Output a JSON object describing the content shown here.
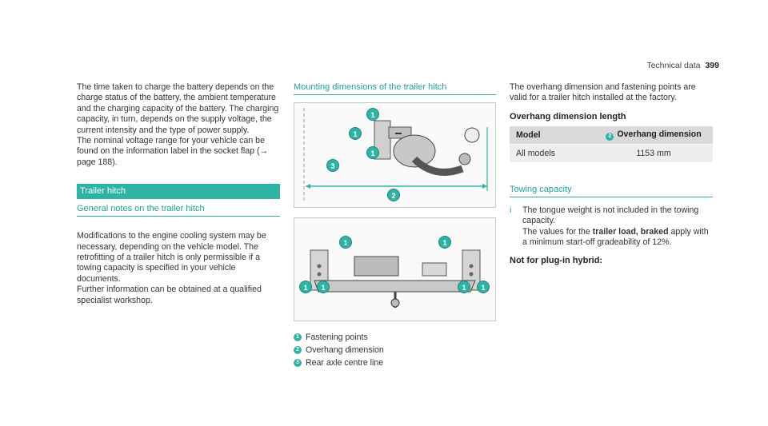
{
  "header": {
    "section": "Technical data",
    "page_number": "399"
  },
  "col1": {
    "para1": "The time taken to charge the battery depends on the charge status of the battery, the ambient temperature and the charging capacity of the battery. The charging capacity, in turn, depends on the supply voltage, the current intensity and the type of power supply.",
    "para2": "The nominal voltage range for your vehicle can be found on the information label in the socket flap (→ page 188).",
    "section_bar": "Trailer hitch",
    "sub_heading": "General notes on the trailer hitch",
    "para3": "Modifications to the engine cooling system may be necessary, depending on the vehicle model. The retrofitting of a trailer hitch is only permissible if a towing capacity is specified in your vehicle documents.",
    "para4": "Further information can be obtained at a qualified specialist workshop."
  },
  "col2": {
    "heading": "Mounting dimensions of the trailer hitch",
    "callouts": {
      "one": "1",
      "two": "2",
      "three": "3"
    },
    "legend": [
      {
        "num": "1",
        "label": "Fastening points"
      },
      {
        "num": "2",
        "label": "Overhang dimension"
      },
      {
        "num": "3",
        "label": "Rear axle centre line"
      }
    ]
  },
  "col3": {
    "intro": "The overhang dimension and fastening points are valid for a trailer hitch installed at the factory.",
    "table_title": "Overhang dimension length",
    "table": {
      "col_model": "Model",
      "col_num": "2",
      "col_dim": "Overhang dimension",
      "rows": [
        {
          "model": "All models",
          "value": "1153 mm"
        }
      ]
    },
    "towing_heading": "Towing capacity",
    "note_icon": "i",
    "note_line1": "The tongue weight is not included in the towing capacity.",
    "note_pre": "The values for the ",
    "note_bold": "trailer load, braked",
    "note_post": " apply with a minimum start-off gradeability of 12%.",
    "plugin_heading": "Not for plug-in hybrid:"
  },
  "colors": {
    "accent": "#2fb3a4",
    "accent_dark": "#1d8a7d"
  }
}
